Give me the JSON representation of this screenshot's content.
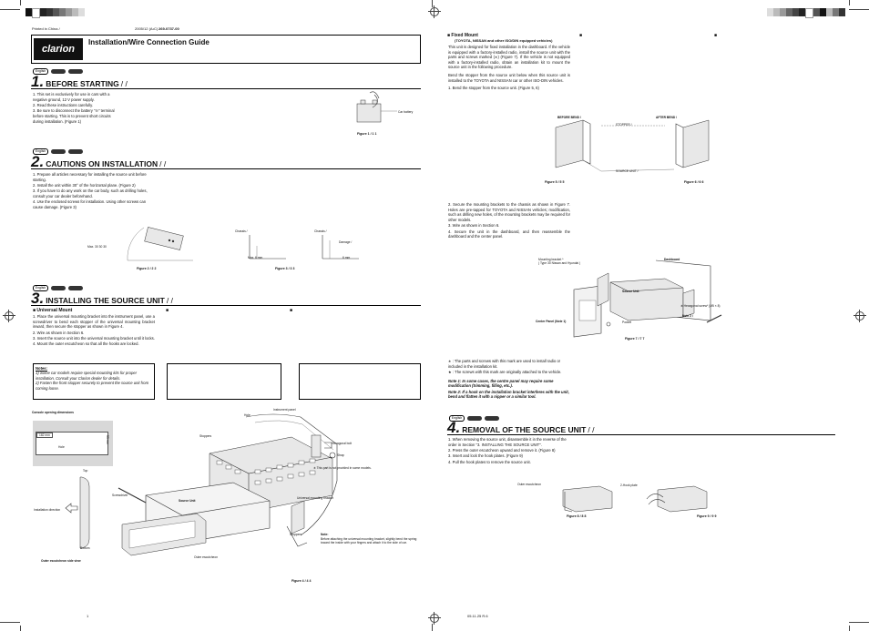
{
  "header": {
    "printed_in": "Printed in China /",
    "date_code": "2005/12 (A•C)",
    "part_no": "269-0737-00",
    "brand": "clarion",
    "title": "Installation/Wire Connection Guide"
  },
  "lang_label": "English",
  "sections": {
    "s1": {
      "num": "1.",
      "title": "BEFORE STARTING",
      "suffix": " /                    /",
      "items": [
        "1. This set is exclusively for use in cars with a negative ground, 12 V power supply.",
        "2. Read these instructions carefully.",
        "3. Be sure to disconnect the battery \"⊖\" terminal before starting. This is to prevent short circuits during installation. (Figure 1)"
      ],
      "fig_label": "Car battery",
      "fig_cap": "Figure 1 /     1     1"
    },
    "s2": {
      "num": "2.",
      "title": "CAUTIONS ON INSTALLATION",
      "suffix": " /                                /",
      "items": [
        "1. Prepare all articles necessary for installing the source unit before starting.",
        "2. Install the unit within 30° of the horizontal plane. (Figure 2)",
        "3. If you have to do any work on the car body, such as drilling holes, consult your car dealer beforehand.",
        "4. Use the enclosed screws for installation. Using other screws can cause damage. (Figure 3)"
      ],
      "fig2_label": "Max. 30    30    30",
      "fig2_cap": "Figure 2 /     2     2",
      "fig3_chassis1": "Chassis /",
      "fig3_chassis2": "Chassis /",
      "fig3_damage": "Damage /",
      "fig3_max": "Max. 6 mm",
      "fig3_6mm": "6 mm",
      "fig3_cap": "Figure 3 /     3     3"
    },
    "s3": {
      "num": "3.",
      "title": "INSTALLING THE SOURCE UNIT",
      "suffix": " /                           /",
      "sub": "Universal Mount",
      "items": [
        "1. Place the universal mounting bracket into the instrument panel, use a screwdriver to bend each stopper of the universal mounting bracket inward, then secure the stopper as shown in Figure 4.",
        "2. Wire as shown in Section 6.",
        "3. Insert the source unit into the universal mounting bracket until it locks.",
        "4. Mount the outer escutcheon so that all the hooks are locked."
      ],
      "notes_title": "Notes:",
      "notes": [
        "1) Some car models require special mounting kits for proper installation. Consult your Clarion dealer for details.",
        "2) Fasten the front stopper securely to prevent the source unit from coming loose."
      ],
      "console": "Console opening dimensions",
      "fig4_labels": {
        "hole": "Hole",
        "instrument_panel": "Instrument panel",
        "stoppers_top": "Stoppers",
        "hex_bolt": "Hexagonal bolt",
        "strap": "Strap",
        "not_provided": "∗ This part is not provided in some models.",
        "screwdriver": "Screwdriver",
        "source_unit": "Source Unit",
        "umb": "Universal mounting bracket",
        "stoppers_bottom": "Stoppers",
        "outer_esc": "Outer escutcheon",
        "top": "Top",
        "install_dir": "Installation direction",
        "bottom": "Bottom",
        "side_view": "Outer escutcheon side view",
        "note_title": "Note:",
        "note": "Before attaching the universal mounting bracket, slightly bend the spring toward the inside with your fingers and attach it to the side of car.",
        "dim_w": "182 mm",
        "dim_h": "53 mm"
      },
      "fig4_cap": "Figure 4 /     4     4"
    },
    "fixed": {
      "title": "Fixed Mount",
      "subtitle": "(TOYOTA, NISSAN and other ISO/DIN equipped vehicles)",
      "para1": "This unit is designed for fixed installation in the dashboard. If the vehicle is equipped with a factory-installed radio, install the source unit with the parts and screws marked (∗) (Figure 7). If the vehicle is not equipped with a factory-installed radio, obtain an installation kit to mount the source unit in the following procedure.",
      "para2": "Bend the stopper from the source unit below when this source unit is installed to the TOYOTA and NISSAN car or other ISO-DIN vehicles.",
      "step1": "1. Bend the stopper from the source unit. (Figure 5, 6)",
      "before_bend": "BEFORE BEND /",
      "after_bend": "AFTER BEND /",
      "stopper": "STOPPER /",
      "source_unit": "SOURCE UNIT /",
      "fig5_cap": "Figure 5 /     5     5",
      "fig6_cap": "Figure 6 /     6     6",
      "steps": [
        "2. Secure the mounting brackets to the chassis as shown in Figure 7. Holes are pre-tapped for TOYOTA and NISSAN vehicles; modification, such as drilling new holes, of the mounting brackets may be required for other models.",
        "3. Wire as shown in Section 6.",
        "4. Secure the unit in the dashboard, and then reassemble the dashboard and the center panel."
      ],
      "fig7": {
        "bracket": "Mounting bracket *",
        "bracket2": "( Type 30 Nissan and Hyundai )",
        "dashboard": "Dashboard",
        "source_unit": "Source Unit",
        "center_panel": "Center Panel (Note 1)",
        "hex_screw": "∗ Hexagonal screw* (M5 × 8)",
        "note2": "Note 2 /",
        "pocket": "Pocket"
      },
      "fig7_cap": "Figure 7 /     7     7",
      "legend1": "∗ : The parts and screws with this mark are used to install radio or included in the installation kit.",
      "legend2": "★ : The screws with this mark are originally attached to the vehicle.",
      "note1": "Note 1: In some cases, the centre panel may require some modification (trimming, filling, etc.).",
      "note2": "Note 2: If a hook on the installation bracket interferes with the unit, bend and flatten it with a nipper or a similar tool."
    },
    "s4": {
      "num": "4.",
      "title": "REMOVAL OF THE SOURCE UNIT",
      "suffix": " /                              /",
      "items": [
        "1. When removing the source unit, disassemble it in the reverse of the order in Section \"3. INSTALLING THE SOURCE UNIT\".",
        "2. Press the outer escutcheon upward and remove it. (Figure 8)",
        "3. Insert and lock the hook plates. (Figure 9)",
        "4. Pull the hook plates to remove the source unit."
      ],
      "outer_esc": "Outer escutcheon",
      "hook_plate": "2-Hook plate",
      "fig8_cap": "Figure 8 /     8     8",
      "fig9_cap": "Figure 9 /     9     9"
    }
  },
  "footer": {
    "page": "1",
    "code": "05.11.25 R.6"
  }
}
